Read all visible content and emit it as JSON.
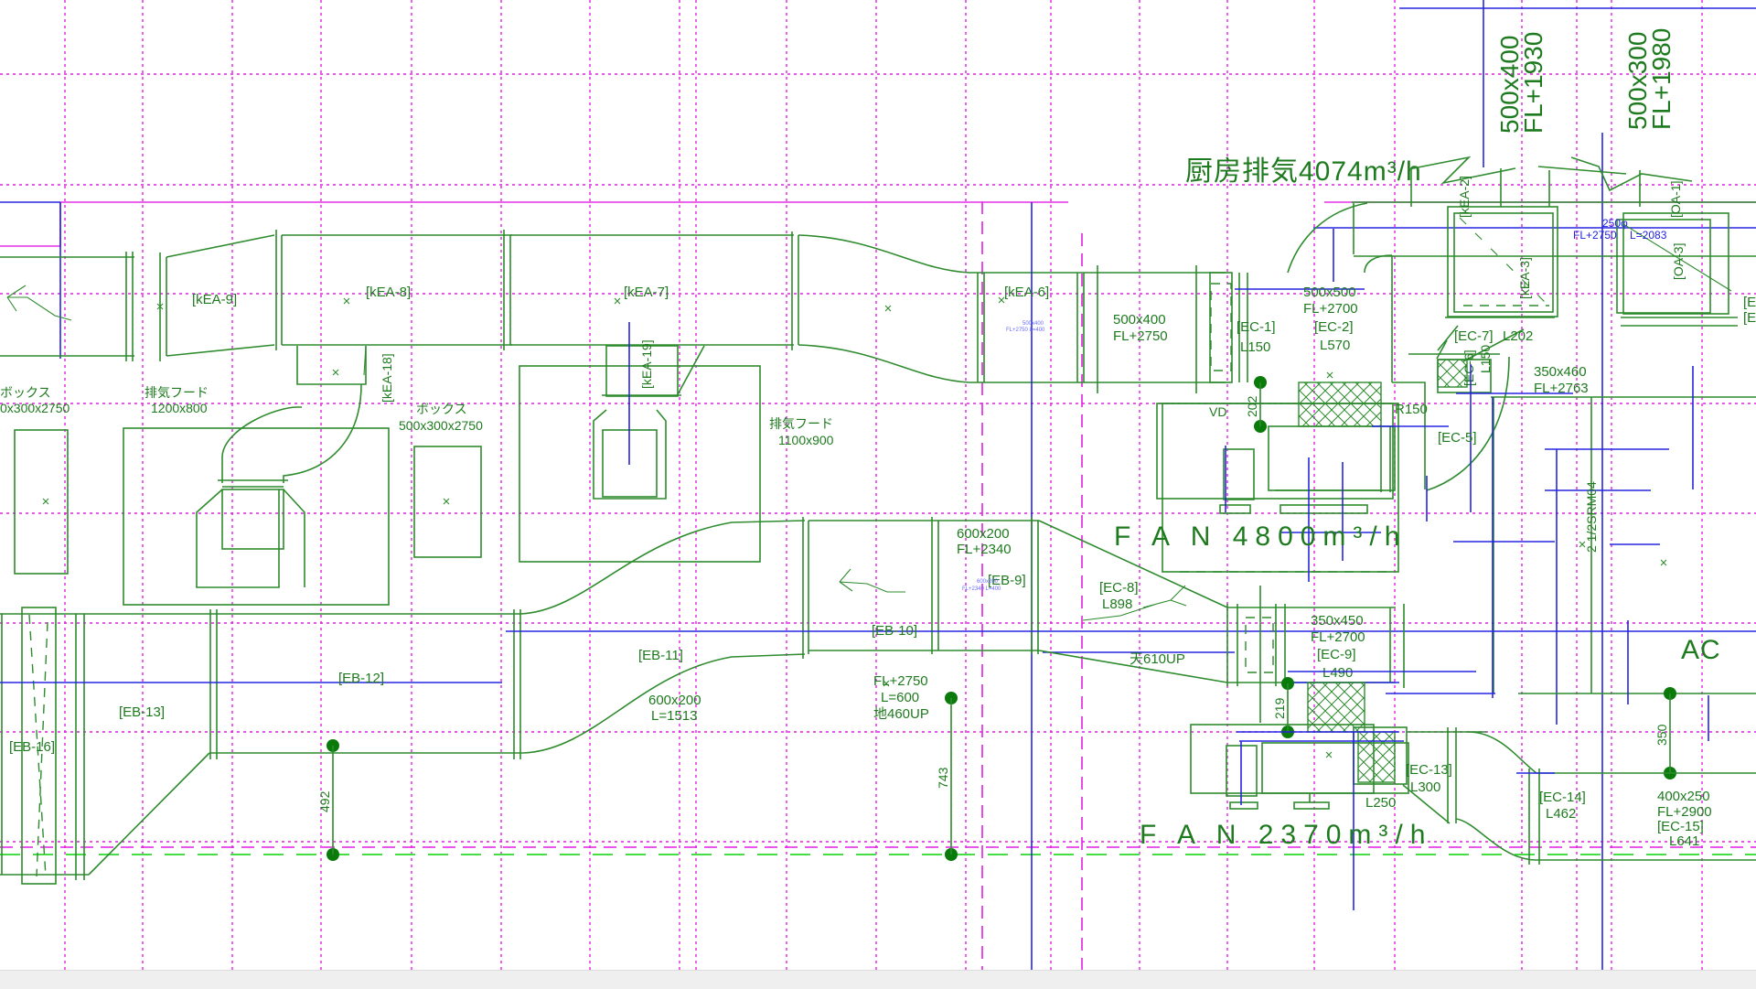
{
  "drawing": {
    "colors": {
      "duct": "#2e8b2e",
      "grid": "#e020e0",
      "centerline": "#2626e0",
      "floorline": "#44dd44",
      "background": "#ffffff"
    },
    "titles": {
      "kitchen_exhaust": "厨房排気4074m³/h",
      "fan_main": "F A N 4800m³/h",
      "fan_sub": "F A N 2370m³/h",
      "ac": "AC"
    },
    "vertical_notes": {
      "duct_a_size": "500x400",
      "duct_a_level": "FL+1930",
      "duct_b_size": "500x300",
      "duct_b_level": "FL+1980",
      "pipe_note": "2  1/2SRM04"
    },
    "equipment": {
      "box_left_name": "ボックス",
      "box_left_size": "0x300x2750",
      "hood1_name": "排気フード",
      "hood1_size": "1200x800",
      "box_mid_name": "ボックス",
      "box_mid_size": "500x300x2750",
      "hood2_name": "排気フード",
      "hood2_size": "1100x900"
    },
    "tags": {
      "kea9": "[kEA-9]",
      "kea8": "[kEA-8]",
      "kea7": "[kEA-7]",
      "kea6": "[kEA-6]",
      "kea18": "[kEA-18]",
      "kea19": "[kEA-19]",
      "kea2": "[kEA-2]",
      "kea3": "[kEA-3]",
      "oa1": "[OA-1]",
      "oa3": "[OA-3]",
      "eb9": "[EB-9]",
      "eb10": "[EB-10]",
      "eb11": "[EB-11]",
      "eb12": "[EB-12]",
      "eb13": "[EB-13]",
      "eb16": "[EB-16]",
      "ec1": "[EC-1]",
      "ec2": "[EC-2]",
      "ec5": "[EC-5]",
      "ec6": "[EC-6]",
      "ec7": "[EC-7]",
      "ec8": "[EC-8]",
      "ec9": "[EC-9]",
      "ec13": "[EC-13]",
      "ec14": "[EC-14]",
      "ec15": "[EC-15]",
      "e_right1": "[E",
      "e_right2": "[E"
    },
    "dims": {
      "d1_size": "500x400",
      "d1_level": "FL+2750",
      "ec1_len": "L150",
      "d2_size": "500x500",
      "d2_level": "FL+2700",
      "ec2_len": "L570",
      "ec7_len": "L202",
      "d3_size": "350x460",
      "d3_level": "FL+2763",
      "r150": "R150",
      "vd": "VD",
      "dim202": "202",
      "blue_dia": "250φ",
      "blue_level": "FL+2750",
      "blue_len": "L=2083",
      "eb9_size": "600x200",
      "eb9_level": "FL+2340",
      "eb11_size": "600x200",
      "eb11_len": "L=1513",
      "riser_level": "FL+2750",
      "riser_len": "L=600",
      "riser_note": "地460UP",
      "ec8_len": "L898",
      "ceil_up": "天610UP",
      "ec9_size": "350x450",
      "ec9_level": "FL+2700",
      "ec9_len": "L490",
      "dim219": "219",
      "ec13_len": "L300",
      "l250": "L250",
      "ec14_len": "L462",
      "ec15_size": "400x250",
      "ec15_level": "FL+2900",
      "ec15_len": "L641",
      "dim350": "350",
      "dim492": "492",
      "dim743": "743",
      "ec5_len": "L150"
    },
    "tiny_notes": {
      "t1a": "500x400",
      "t1b": "FL+2750 L=400",
      "t2a": "600x200",
      "t2b": "FL+2340 L=400"
    }
  }
}
